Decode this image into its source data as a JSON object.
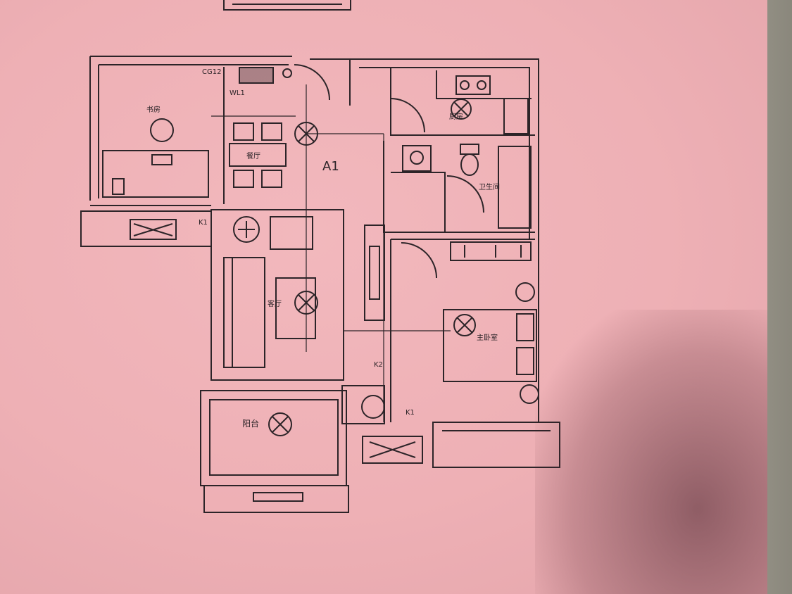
{
  "plan": {
    "unit_label": "A1",
    "rooms": {
      "study": "书房",
      "dining": "餐厅",
      "kitchen": "厨房",
      "bathroom": "卫生间",
      "living": "客厅",
      "master_bedroom": "主卧室",
      "balcony": "阳台"
    },
    "tags": {
      "wardrobe": "WL1",
      "storage": "CG12",
      "window_k1_left": "K1",
      "window_k1_right": "K1",
      "window_k2": "K2"
    }
  },
  "colors": {
    "paper": "#eeb0b5",
    "ink": "#2c2428",
    "wall_background": "#8c8a80"
  }
}
